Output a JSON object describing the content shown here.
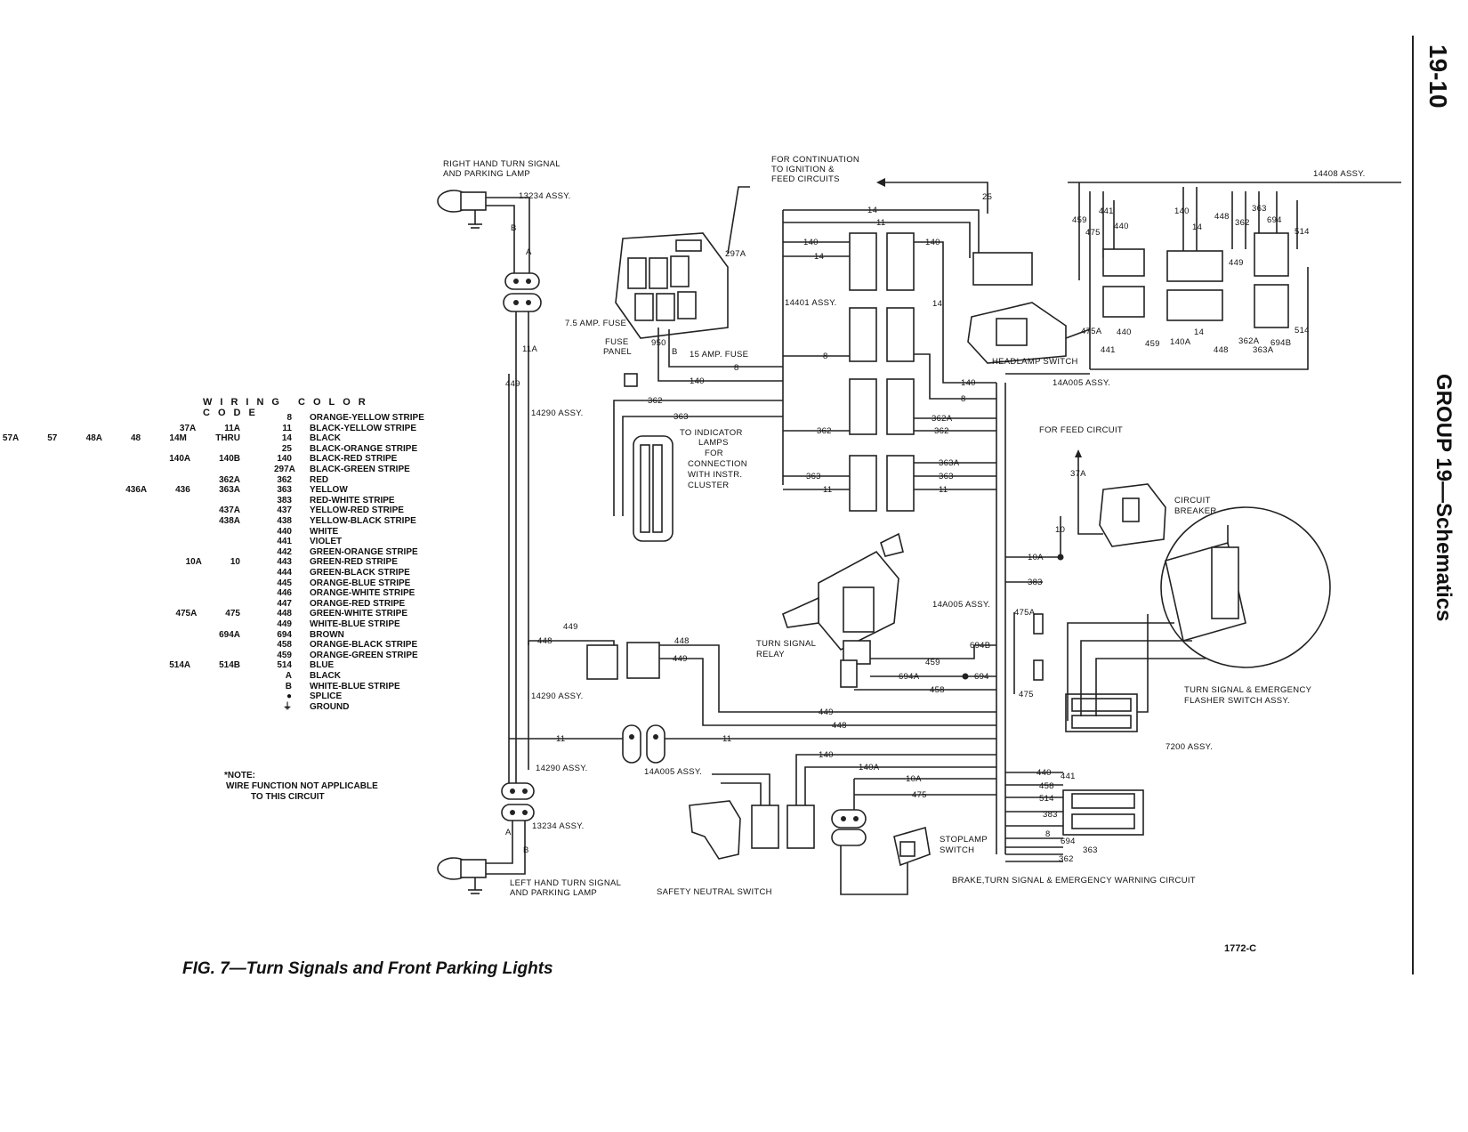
{
  "page_number": "19-10",
  "group_title": "GROUP 19—Schematics",
  "figure": {
    "caption": "FIG. 7—Turn Signals and Front Parking Lights",
    "code": "1772-C"
  },
  "legend": {
    "title": "WIRING COLOR CODE",
    "rows": [
      {
        "alts": "",
        "code": "8",
        "color": "ORANGE-YELLOW STRIPE"
      },
      {
        "alts": "37A   11A",
        "code": "11",
        "color": "BLACK-YELLOW STRIPE"
      },
      {
        "alts": "57A   57   48A   48   14M   THRU",
        "code": "14",
        "color": "BLACK"
      },
      {
        "alts": "",
        "code": "25",
        "color": "BLACK-ORANGE STRIPE"
      },
      {
        "alts": "140A   140B",
        "code": "140",
        "color": "BLACK-RED STRIPE"
      },
      {
        "alts": "",
        "code": "297A",
        "color": "BLACK-GREEN STRIPE"
      },
      {
        "alts": "362A",
        "code": "362",
        "color": "RED"
      },
      {
        "alts": "436A   436   363A",
        "code": "363",
        "color": "YELLOW"
      },
      {
        "alts": "",
        "code": "383",
        "color": "RED-WHITE STRIPE"
      },
      {
        "alts": "437A",
        "code": "437",
        "color": "YELLOW-RED STRIPE"
      },
      {
        "alts": "438A",
        "code": "438",
        "color": "YELLOW-BLACK STRIPE"
      },
      {
        "alts": "",
        "code": "440",
        "color": "WHITE"
      },
      {
        "alts": "",
        "code": "441",
        "color": "VIOLET"
      },
      {
        "alts": "",
        "code": "442",
        "color": "GREEN-ORANGE STRIPE"
      },
      {
        "alts": "10A   10",
        "code": "443",
        "color": "GREEN-RED STRIPE"
      },
      {
        "alts": "",
        "code": "444",
        "color": "GREEN-BLACK STRIPE"
      },
      {
        "alts": "",
        "code": "445",
        "color": "ORANGE-BLUE STRIPE"
      },
      {
        "alts": "",
        "code": "446",
        "color": "ORANGE-WHITE STRIPE"
      },
      {
        "alts": "",
        "code": "447",
        "color": "ORANGE-RED STRIPE"
      },
      {
        "alts": "475A   475",
        "code": "448",
        "color": "GREEN-WHITE STRIPE"
      },
      {
        "alts": "",
        "code": "449",
        "color": "WHITE-BLUE STRIPE"
      },
      {
        "alts": "694A",
        "code": "694",
        "color": "BROWN"
      },
      {
        "alts": "",
        "code": "458",
        "color": "ORANGE-BLACK STRIPE"
      },
      {
        "alts": "",
        "code": "459",
        "color": "ORANGE-GREEN STRIPE"
      },
      {
        "alts": "514A   514B",
        "code": "514",
        "color": "BLUE"
      },
      {
        "alts": "",
        "code": "A",
        "color": "BLACK"
      },
      {
        "alts": "",
        "code": "B",
        "color": "WHITE-BLUE STRIPE"
      },
      {
        "alts": "",
        "code": "●",
        "color": "SPLICE"
      },
      {
        "alts": "",
        "code": "⏚",
        "color": "GROUND"
      }
    ]
  },
  "note": {
    "label": "*NOTE:",
    "line1": "WIRE FUNCTION NOT APPLICABLE",
    "line2": "TO THIS CIRCUIT"
  },
  "components": {
    "rh_lamp": "RIGHT HAND TURN SIGNAL",
    "rh_lamp_2": "AND PARKING LAMP",
    "lh_lamp": "LEFT HAND TURN SIGNAL",
    "lh_lamp_2": "AND PARKING LAMP",
    "assy_13234_top": "13234 ASSY.",
    "assy_13234_bottom": "13234 ASSY.",
    "assy_14290_a": "14290 ASSY.",
    "assy_14290_b": "14290 ASSY.",
    "assy_14290_c": "14290 ASSY.",
    "assy_14a005_a": "14A005 ASSY.",
    "assy_14a005_b": "14A005 ASSY.",
    "assy_14a005_c": "14A005 ASSY.",
    "assy_14401": "14401 ASSY.",
    "assy_14408": "14408 ASSY.",
    "assy_7200": "7200 ASSY.",
    "continuation_1": "FOR CONTINUATION",
    "continuation_2": "TO IGNITION &",
    "continuation_3": "FEED CIRCUITS",
    "fuse_75": "7.5 AMP. FUSE",
    "fuse_15": "15 AMP. FUSE",
    "fuse_panel_1": "FUSE",
    "fuse_panel_2": "PANEL",
    "indicator_1": "TO INDICATOR",
    "indicator_2": "LAMPS",
    "indicator_3": "FOR",
    "indicator_4": "CONNECTION",
    "indicator_5": "WITH INSTR.",
    "indicator_6": "CLUSTER",
    "headlamp_switch": "HEADLAMP SWITCH",
    "feed_circuit": "FOR FEED CIRCUIT",
    "circuit_breaker_1": "CIRCUIT",
    "circuit_breaker_2": "BREAKER",
    "turn_relay_1": "TURN SIGNAL",
    "turn_relay_2": "RELAY",
    "flasher_1": "TURN SIGNAL & EMERGENCY",
    "flasher_2": "FLASHER SWITCH ASSY.",
    "stoplamp_1": "STOPLAMP",
    "stoplamp_2": "SWITCH",
    "safety_switch": "SAFETY NEUTRAL SWITCH",
    "brake_circuit": "BRAKE,TURN SIGNAL & EMERGENCY WARNING CIRCUIT"
  },
  "wire_labels": {
    "w14": "14",
    "w11": "11",
    "w25": "25",
    "w140": "140",
    "w140b": "140",
    "w8": "8",
    "w8b": "8",
    "w362": "362",
    "w362b": "362",
    "w362a": "362A",
    "w363": "363",
    "w363b": "363",
    "w363a": "363A",
    "w11b": "11",
    "w297a": "297A",
    "w950": "950",
    "wB": "B",
    "wA": "A",
    "w11a": "11A",
    "w449": "449",
    "w448": "448",
    "w449b": "449",
    "w448b": "448",
    "w10a": "10A",
    "w383": "383",
    "w475a": "475A",
    "w475": "475",
    "w6948": "694B",
    "w694a": "694A",
    "w694": "694",
    "w459": "459",
    "w458": "458",
    "w140a": "140A",
    "w440": "440",
    "w441": "441",
    "w514": "514",
    "w10": "10",
    "w37a": "37A",
    "w14c": "14",
    "w11c": "11",
    "w11d": "11",
    "w140c": "140",
    "w10a2": "10A",
    "w475b": "475",
    "w459b": "459",
    "w475c": "475",
    "w440b": "440",
    "w441b": "441",
    "w362c": "362",
    "w694c": "694",
    "w514b": "514",
    "w140d": "140",
    "w14d": "14",
    "w448c": "448",
    "w363c": "363",
    "w449c": "449",
    "w475a2": "475A",
    "w440c": "440",
    "w441c": "441",
    "w459c": "459",
    "w140a2": "140A",
    "w14e": "14",
    "w448d": "448",
    "w362a2": "362A",
    "w363a2": "363A",
    "w694b2": "694B",
    "w514c": "514",
    "w458b": "458",
    "w514d": "514",
    "w383b": "383",
    "w8c": "8",
    "w694d": "694",
    "w363d": "363",
    "w362d": "362",
    "w14b": "14",
    "w11e": "11",
    "w140e": "140",
    "w14f": "14"
  }
}
